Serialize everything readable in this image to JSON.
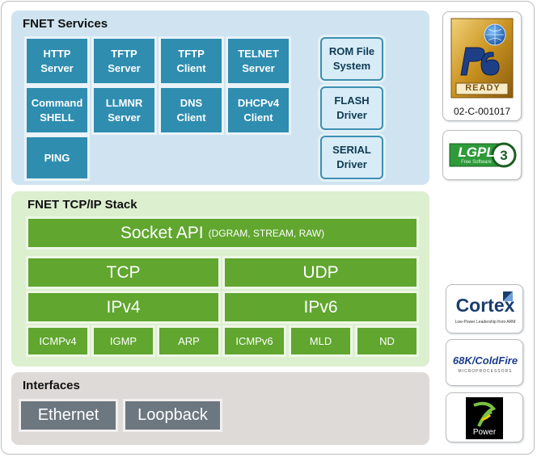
{
  "services": {
    "title": "FNET Services",
    "tiles": [
      "HTTP\nServer",
      "TFTP\nServer",
      "TFTP\nClient",
      "TELNET\nServer",
      "Command\nSHELL",
      "LLMNR\nServer",
      "DNS\nClient",
      "DHCPv4\nClient",
      "PING"
    ],
    "drivers": [
      "ROM File\nSystem",
      "FLASH\nDriver",
      "SERIAL\nDriver"
    ]
  },
  "stack": {
    "title": "FNET TCP/IP Stack",
    "socket_api": "Socket API",
    "socket_api_types": "(DGRAM, STREAM, RAW)",
    "tcp": "TCP",
    "udp": "UDP",
    "ipv4": "IPv4",
    "ipv6": "IPv6",
    "protocols": [
      "ICMPv4",
      "IGMP",
      "ARP",
      "ICMPv6",
      "MLD",
      "ND"
    ]
  },
  "interfaces": {
    "title": "Interfaces",
    "items": [
      "Ethernet",
      "Loopback"
    ]
  },
  "logos": {
    "ipv6_ready": {
      "text": "READY",
      "cert_id": "02-C-001017"
    },
    "lgpl": {
      "text": "LGPL",
      "sub": "Free Software"
    },
    "cortex": {
      "text": "Cortex",
      "sub": "Low-Power Leadership from ARM"
    },
    "coldfire": {
      "text": "68K/ColdFire",
      "sub": "MICROPROCESSORS"
    },
    "power": {
      "text": "Power"
    }
  },
  "colors": {
    "services_bg": "#cfe4f0",
    "stack_bg": "#dcefcf",
    "interfaces_bg": "#dedad7",
    "service_tile": "#2f8db0",
    "stack_bar": "#60a62f",
    "interface_button": "#6c7780"
  }
}
